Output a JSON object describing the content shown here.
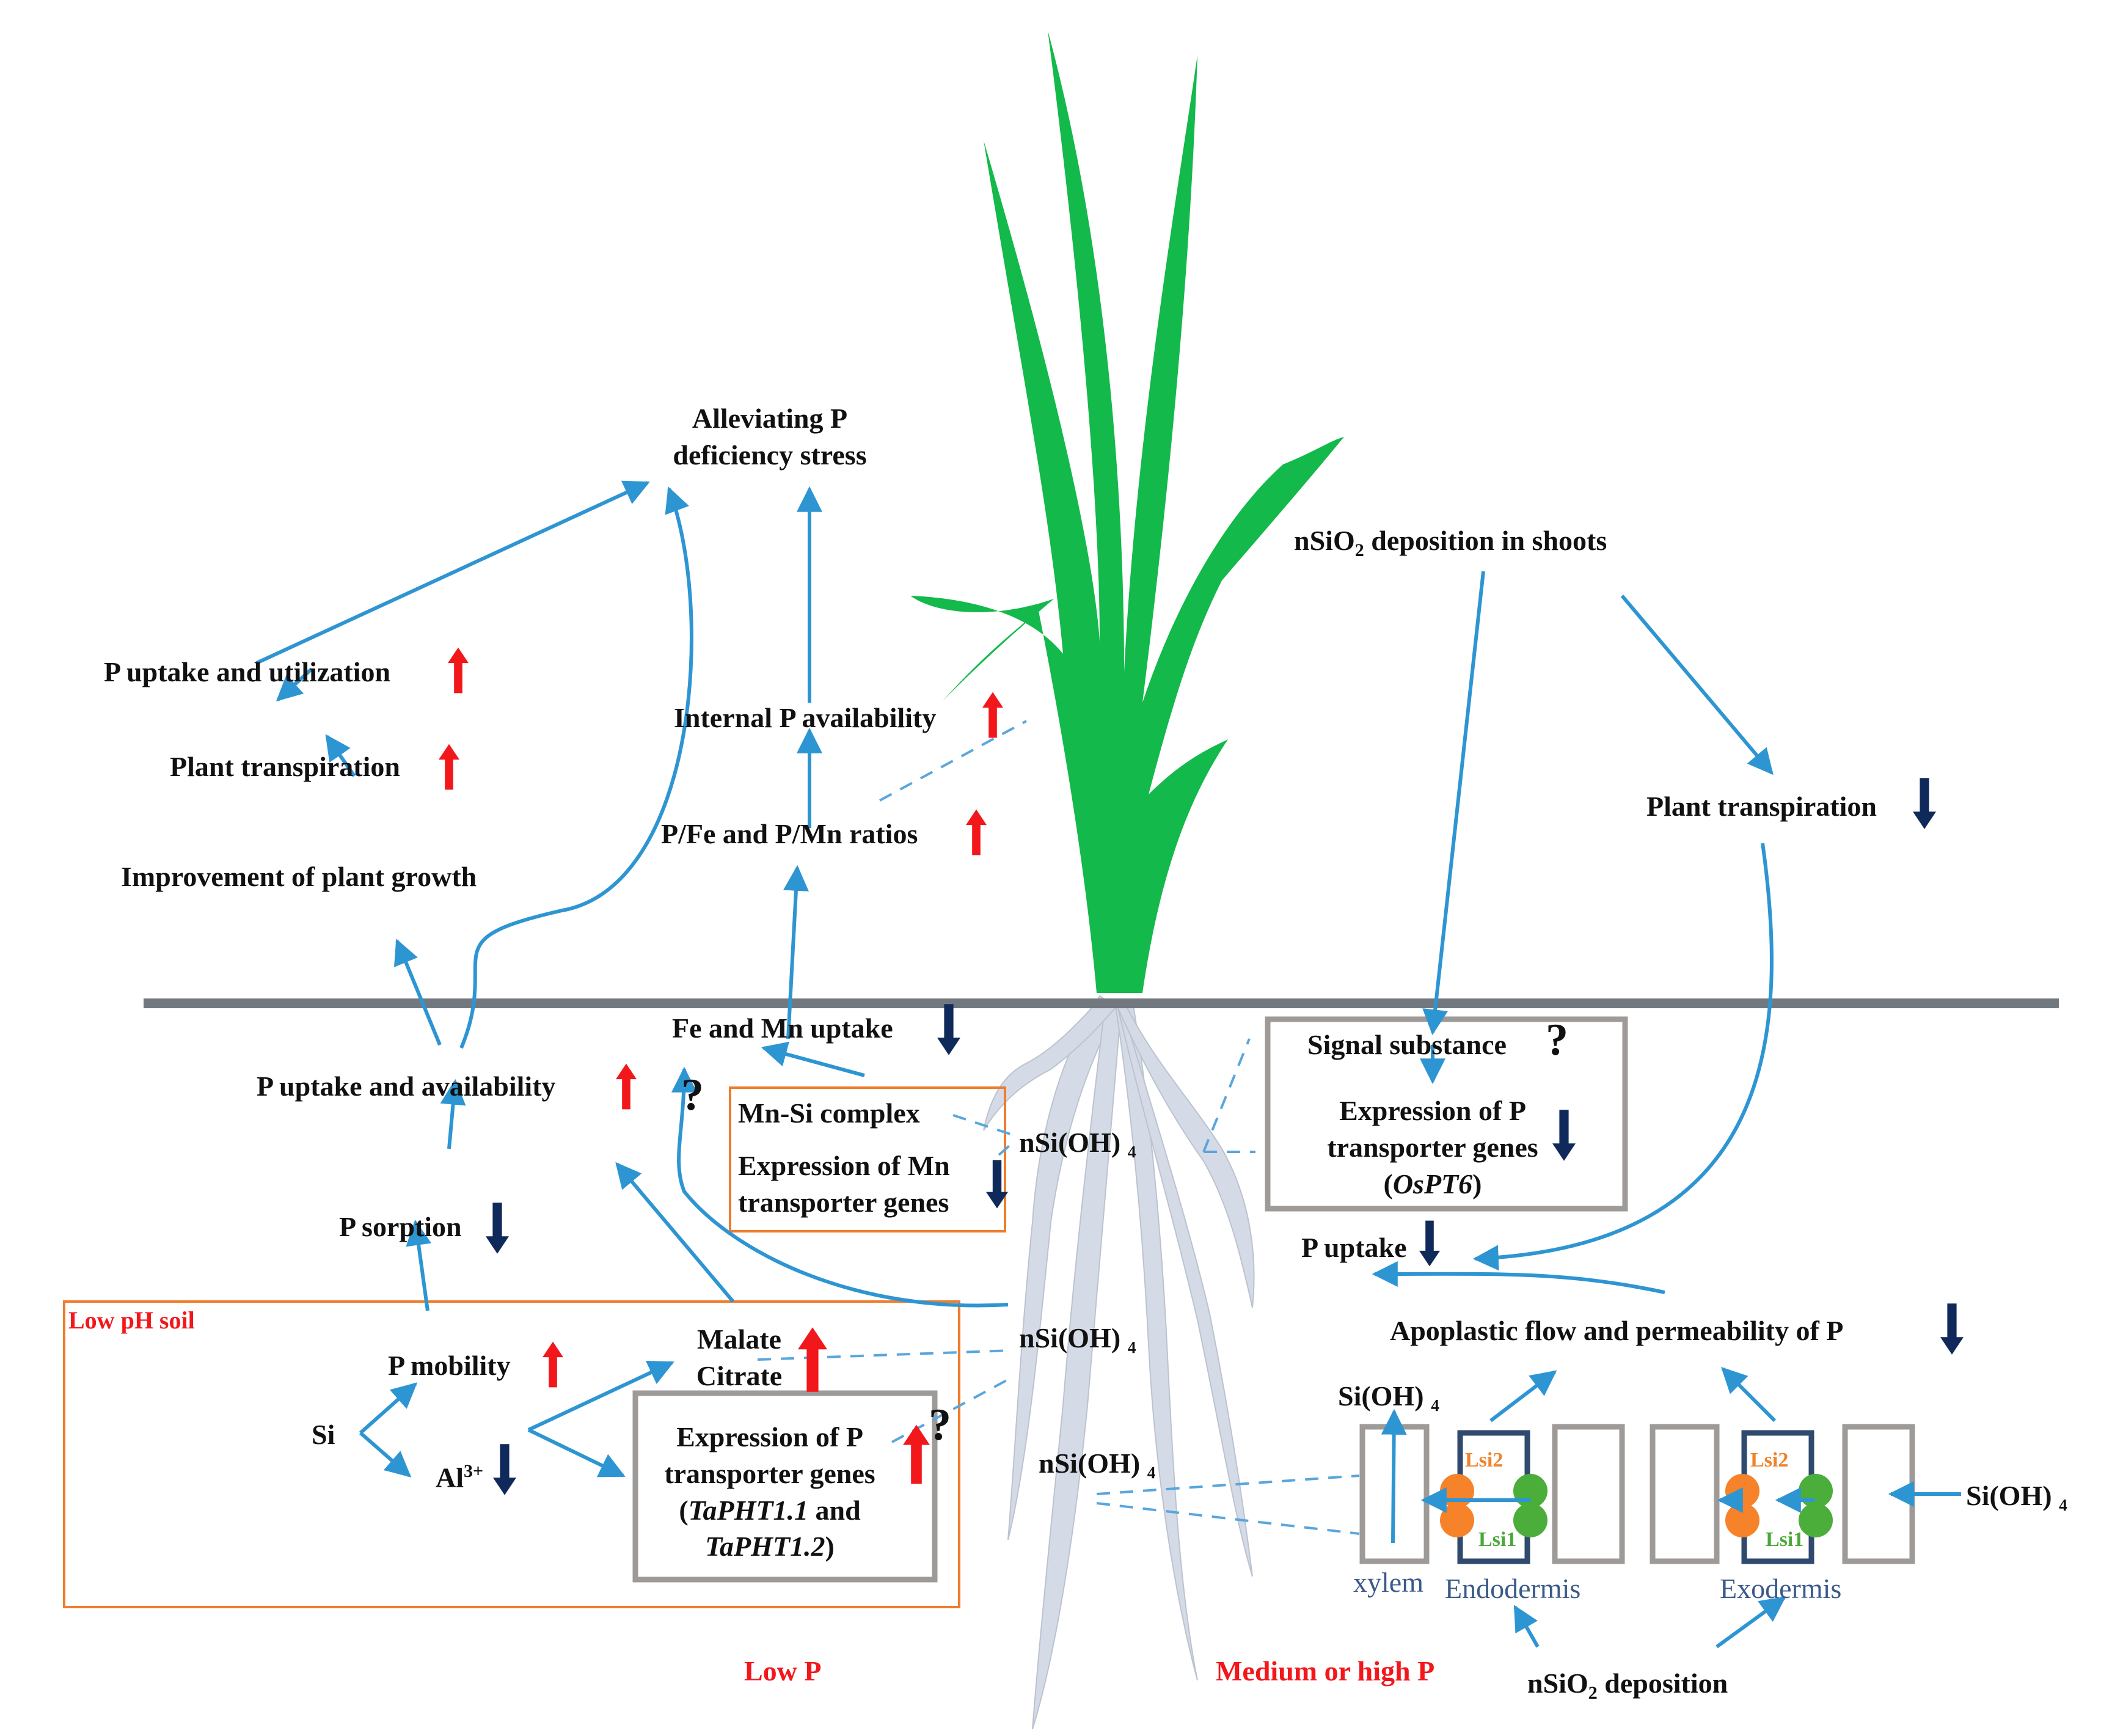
{
  "labels": {
    "alleviating_1": "Alleviating P",
    "alleviating_2": "deficiency stress",
    "p_uptake_utilization": "P uptake and utilization",
    "plant_transpiration_left": "Plant transpiration",
    "improvement_growth": "Improvement of plant growth",
    "internal_p": "Internal P availability",
    "pfe_pmn": "P/Fe and P/Mn ratios",
    "nsio2_shoots_pre": "nSiO",
    "nsio2_shoots_sub": "2",
    "nsio2_shoots_post": " deposition in shoots",
    "plant_transpiration_right": "Plant transpiration",
    "fe_mn_uptake": "Fe and Mn uptake",
    "p_uptake_availability": "P uptake and availability",
    "mn_si_complex": "Mn-Si  complex",
    "expr_mn_1": "Expression of Mn",
    "expr_mn_2": "transporter genes",
    "nsioh4_a": "nSi(OH) ₄",
    "signal_substance": "Signal substance",
    "expr_p_right_1": "Expression of P",
    "expr_p_right_2": "transporter genes",
    "ospt6": "OsPT6",
    "p_sorption": "P sorption",
    "p_uptake_right": "P uptake",
    "low_ph_soil": "Low pH soil",
    "malate": "Malate",
    "citrate": "Citrate",
    "nsioh4_b": "nSi(OH) ₄",
    "apoplastic": "Apoplastic flow and permeability of P",
    "p_mobility": "P mobility",
    "si": "Si",
    "al_pre": "Al",
    "al_sup": "3+",
    "expr_p_left_1": "Expression of P",
    "expr_p_left_2": "transporter genes",
    "tapht11": "TaPHT1.1",
    "and": " and",
    "tapht12": "TaPHT1.2",
    "sioh4_left": "Si(OH) ₄",
    "nsioh4_c": "nSi(OH) ₄",
    "sioh4_right": "Si(OH) ₄",
    "lsi2_a": "Lsi2",
    "lsi1_a": "Lsi1",
    "lsi2_b": "Lsi2",
    "lsi1_b": "Lsi1",
    "xylem": "xylem",
    "endodermis": "Endodermis",
    "exodermis": "Exodermis",
    "low_p": "Low P",
    "medium_high_p": "Medium or high P",
    "nsio2_dep_pre": "nSiO",
    "nsio2_dep_sub": "2",
    "nsio2_dep_post": " deposition",
    "question": "?"
  },
  "colors": {
    "flow_arrow": "#2e95d3",
    "increase_arrow": "#f2171b",
    "decrease_arrow": "#0f2a5a",
    "plant_green": "#13b94a",
    "root": "#d5dbe6",
    "soil_line": "#717880",
    "box_grey": "#9d9a98",
    "box_orange": "#ee7d2c",
    "endo_box": "#2f4a6e",
    "lsi2_orange": "#f6822a",
    "lsi1_green": "#4bad3a"
  }
}
